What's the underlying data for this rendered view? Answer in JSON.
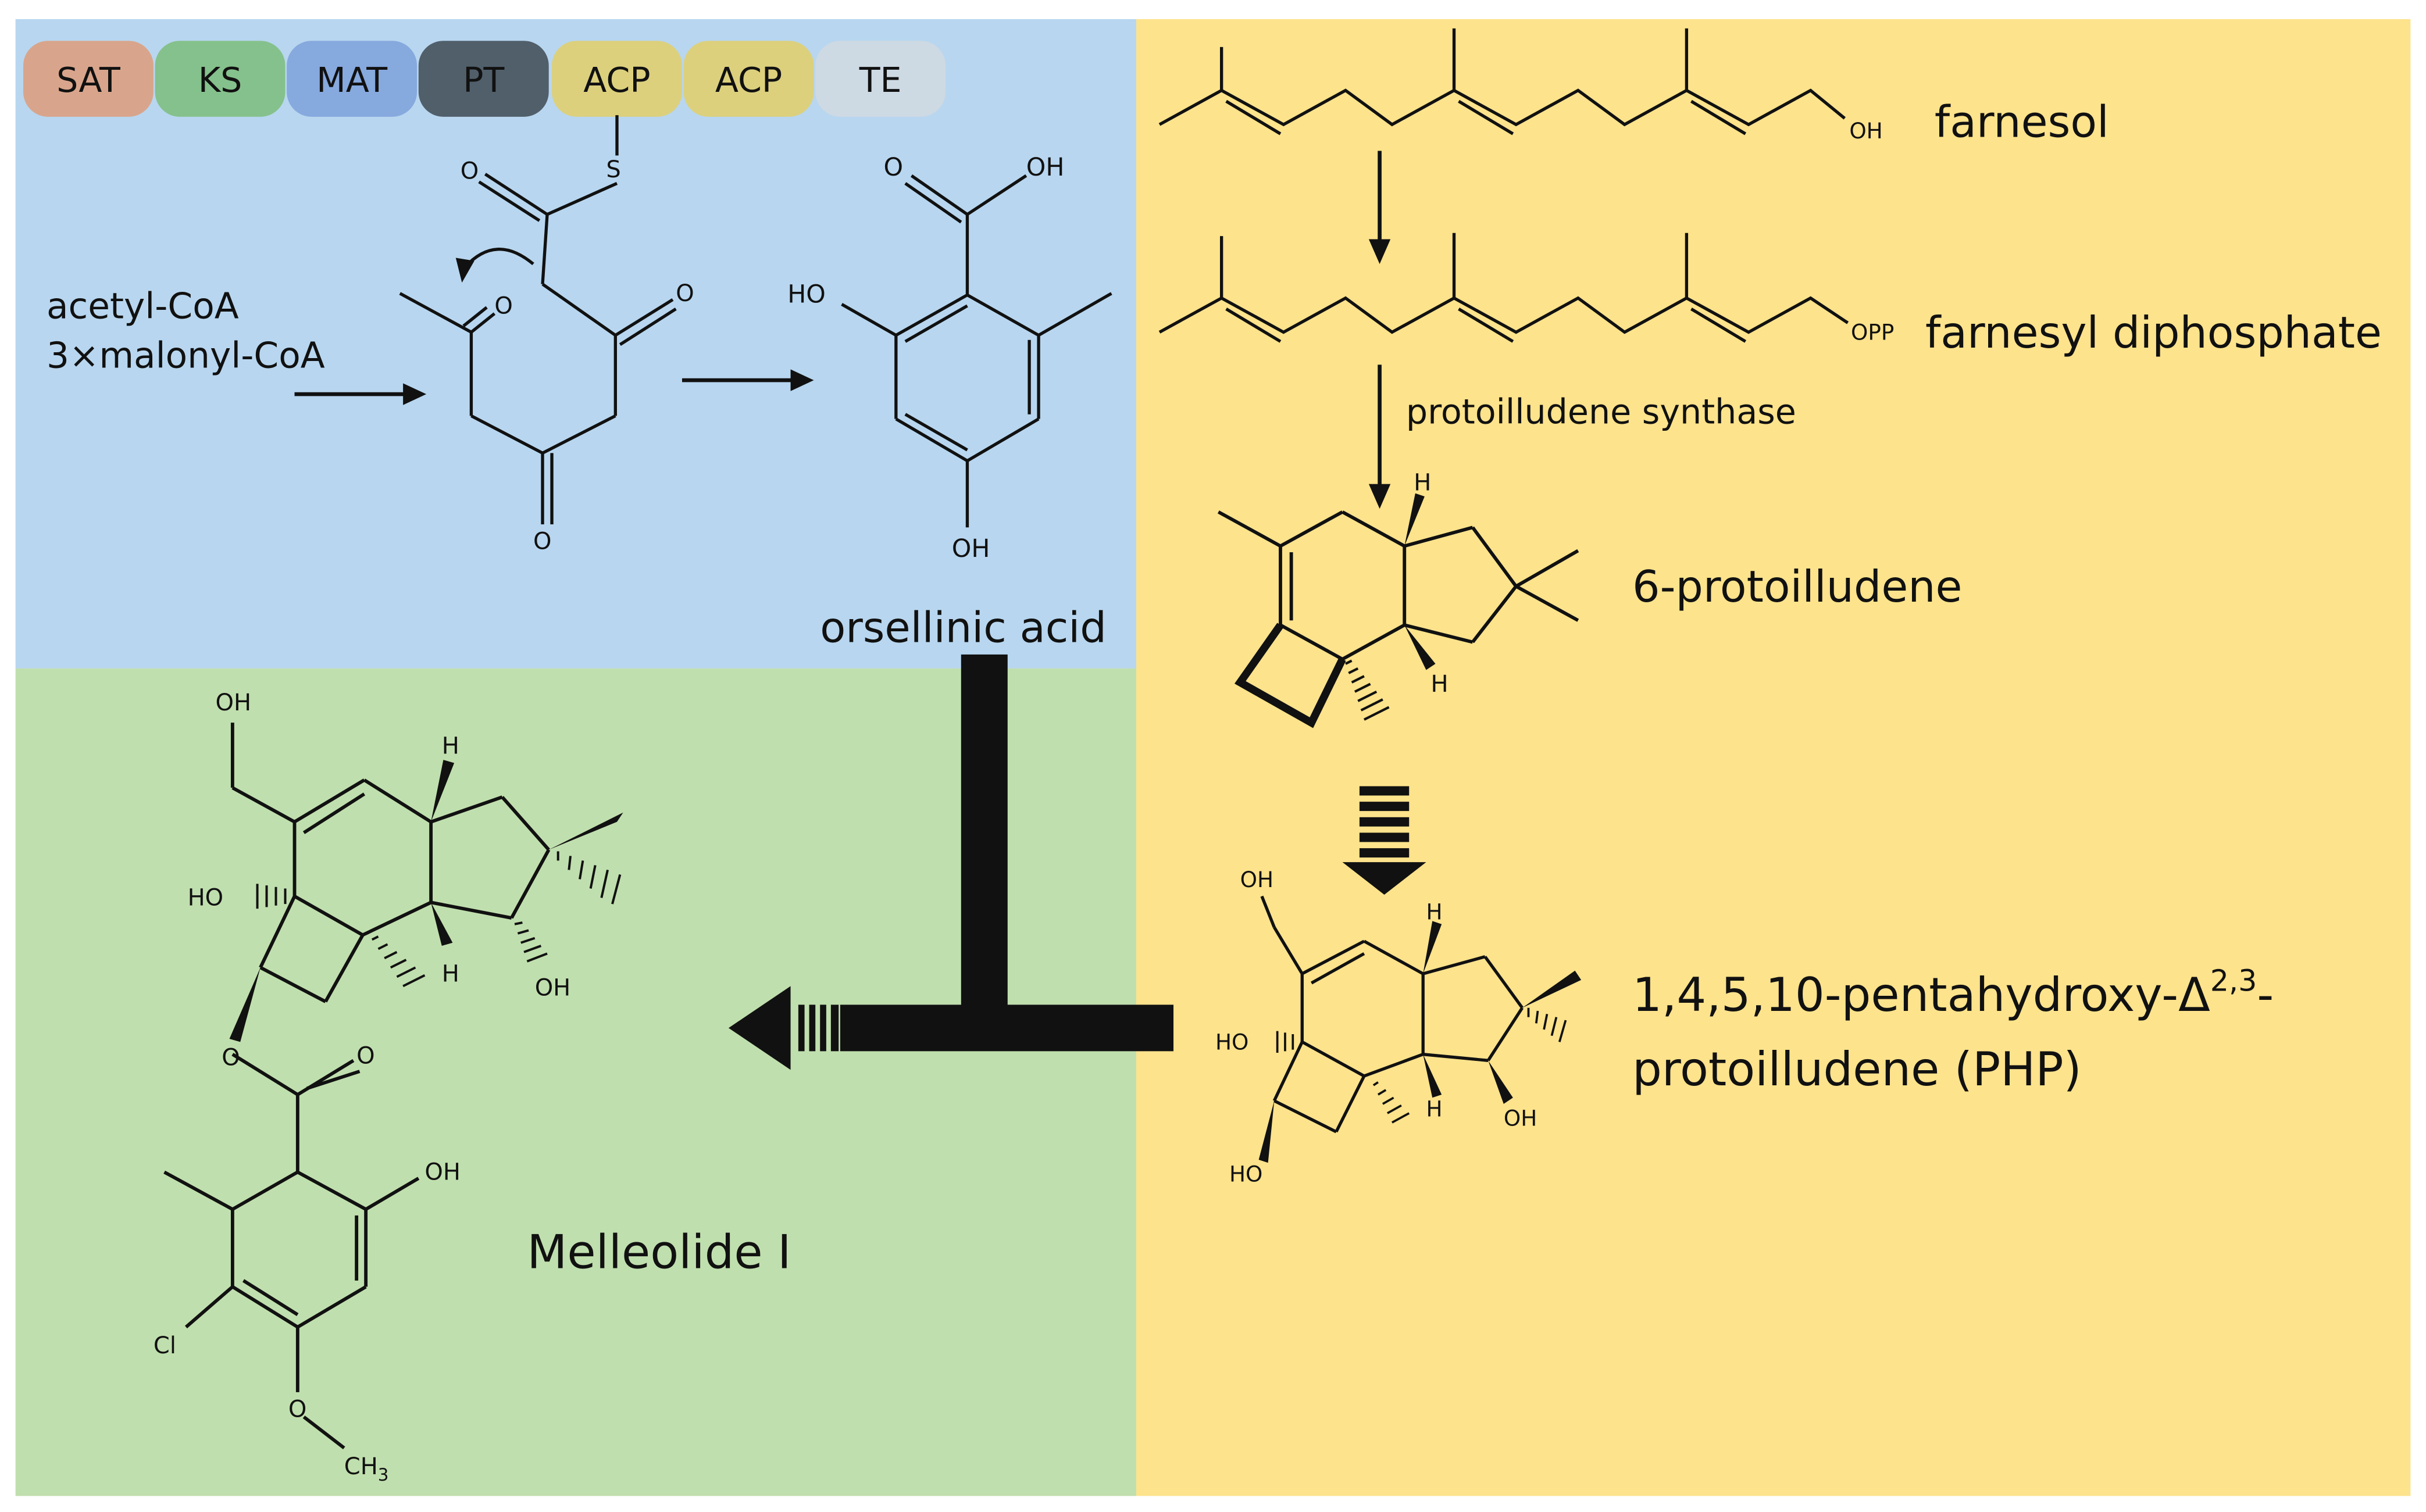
{
  "colors": {
    "blue_panel": "#b8d6ef",
    "green_panel": "#c0dfae",
    "yellow_panel": "#fde38c",
    "domain_sat": "#d8a58c",
    "domain_ks": "#85c18c",
    "domain_mat": "#86a9de",
    "domain_pt": "#515f6b",
    "domain_acp": "#dcd07d",
    "domain_te": "#cdd9e3"
  },
  "pks_domains": [
    "SAT",
    "KS",
    "MAT",
    "PT",
    "ACP",
    "ACP",
    "TE"
  ],
  "substrates": {
    "line1": "acetyl-CoA",
    "line2": "3×malonyl-CoA"
  },
  "intermediate_atoms": {
    "thioester_s": "S",
    "thioester_o": "O",
    "ketone_o1": "O",
    "ketone_o2": "O",
    "ketone_o3": "O"
  },
  "orsellinic_atoms": {
    "carbonyl_o": "O",
    "acid_oh": "OH",
    "ho_left": "HO",
    "oh_bottom": "OH"
  },
  "compounds": {
    "orsellinic_acid": "orsellinic acid",
    "farnesol": "farnesol",
    "farnesyl_diphosphate": "farnesyl diphosphate",
    "protoilludene": "6-protoilludene",
    "php_line1": "1,4,5,10-pentahydroxy-Δ",
    "php_sup": "2,3",
    "php_dash": "-",
    "php_line2": "protoilludene (PHP)",
    "melleolide": "Melleolide I"
  },
  "enzyme": "protoilludene synthase",
  "farnesol_atoms": {
    "oh": "OH"
  },
  "fpp_atoms": {
    "opp": "OPP"
  },
  "protoilludene_atoms": {
    "h_top": "H",
    "h_bottom": "H"
  },
  "php_atoms": {
    "oh_top": "OH",
    "h_top": "H",
    "ho_left": "HO",
    "h_bottom": "H",
    "oh_right": "OH",
    "ho_bottom": "HO"
  },
  "melleolide_atoms": {
    "oh_top": "OH",
    "h_top": "H",
    "ho_left": "HO",
    "h_bottom": "H",
    "oh_right": "OH",
    "ester_o": "O",
    "carbonyl_o": "O",
    "oh_ring": "OH",
    "cl": "Cl",
    "methoxy_o": "O",
    "ch3_c": "CH",
    "ch3_sub": "3"
  }
}
